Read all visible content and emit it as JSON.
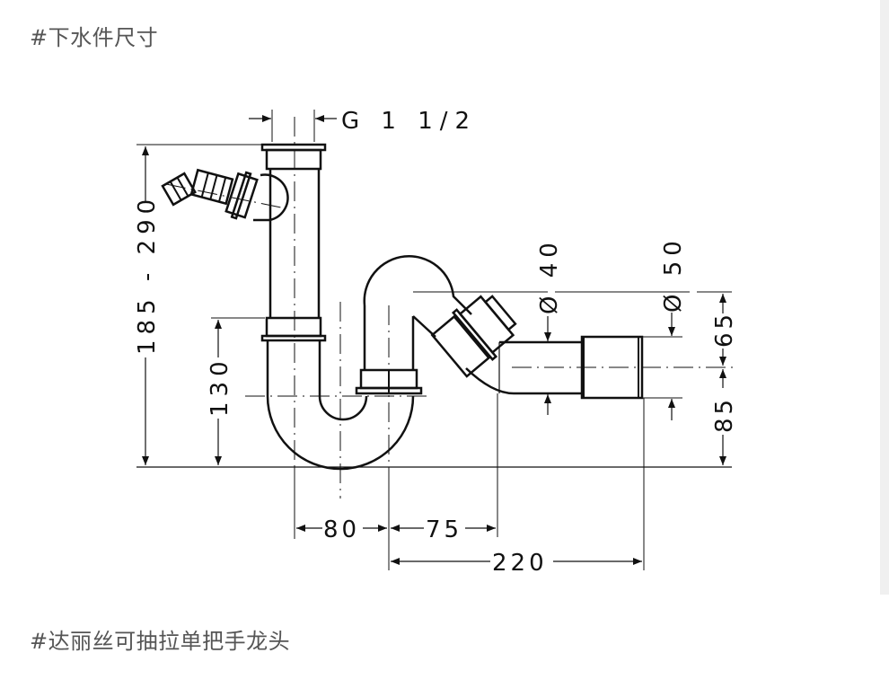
{
  "headings": {
    "drain_dimensions": "#下水件尺寸",
    "faucet_title": "#达丽丝可抽拉单把手龙头"
  },
  "diagram": {
    "thread_label": "G 1 1/2",
    "height_range": "185 - 290",
    "inlet_height": "130",
    "outlet_diameter_small": "Ø 40",
    "outlet_diameter_large": "Ø 50",
    "outlet_upper": "65",
    "outlet_lower": "85",
    "trap_width": "80",
    "bend_offset": "75",
    "outlet_length": "220"
  },
  "colors": {
    "line": "#111111",
    "heading": "#555555",
    "scrollbar": "#f0f0f0"
  }
}
